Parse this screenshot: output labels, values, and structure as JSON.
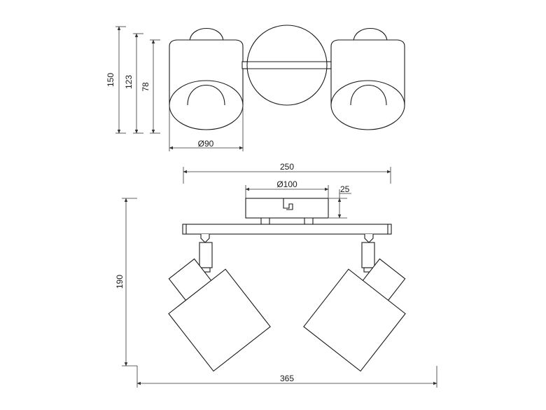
{
  "diagram": {
    "top_view": {
      "height_total": "150",
      "height_mid": "123",
      "height_shade": "78",
      "shade_diameter": "Ø90"
    },
    "front_view": {
      "width_bar": "250",
      "canopy_diameter": "Ø100",
      "canopy_depth": "25",
      "height_total": "190",
      "width_total": "365"
    }
  },
  "colors": {
    "line": "#1a1a1a",
    "background": "#ffffff"
  }
}
